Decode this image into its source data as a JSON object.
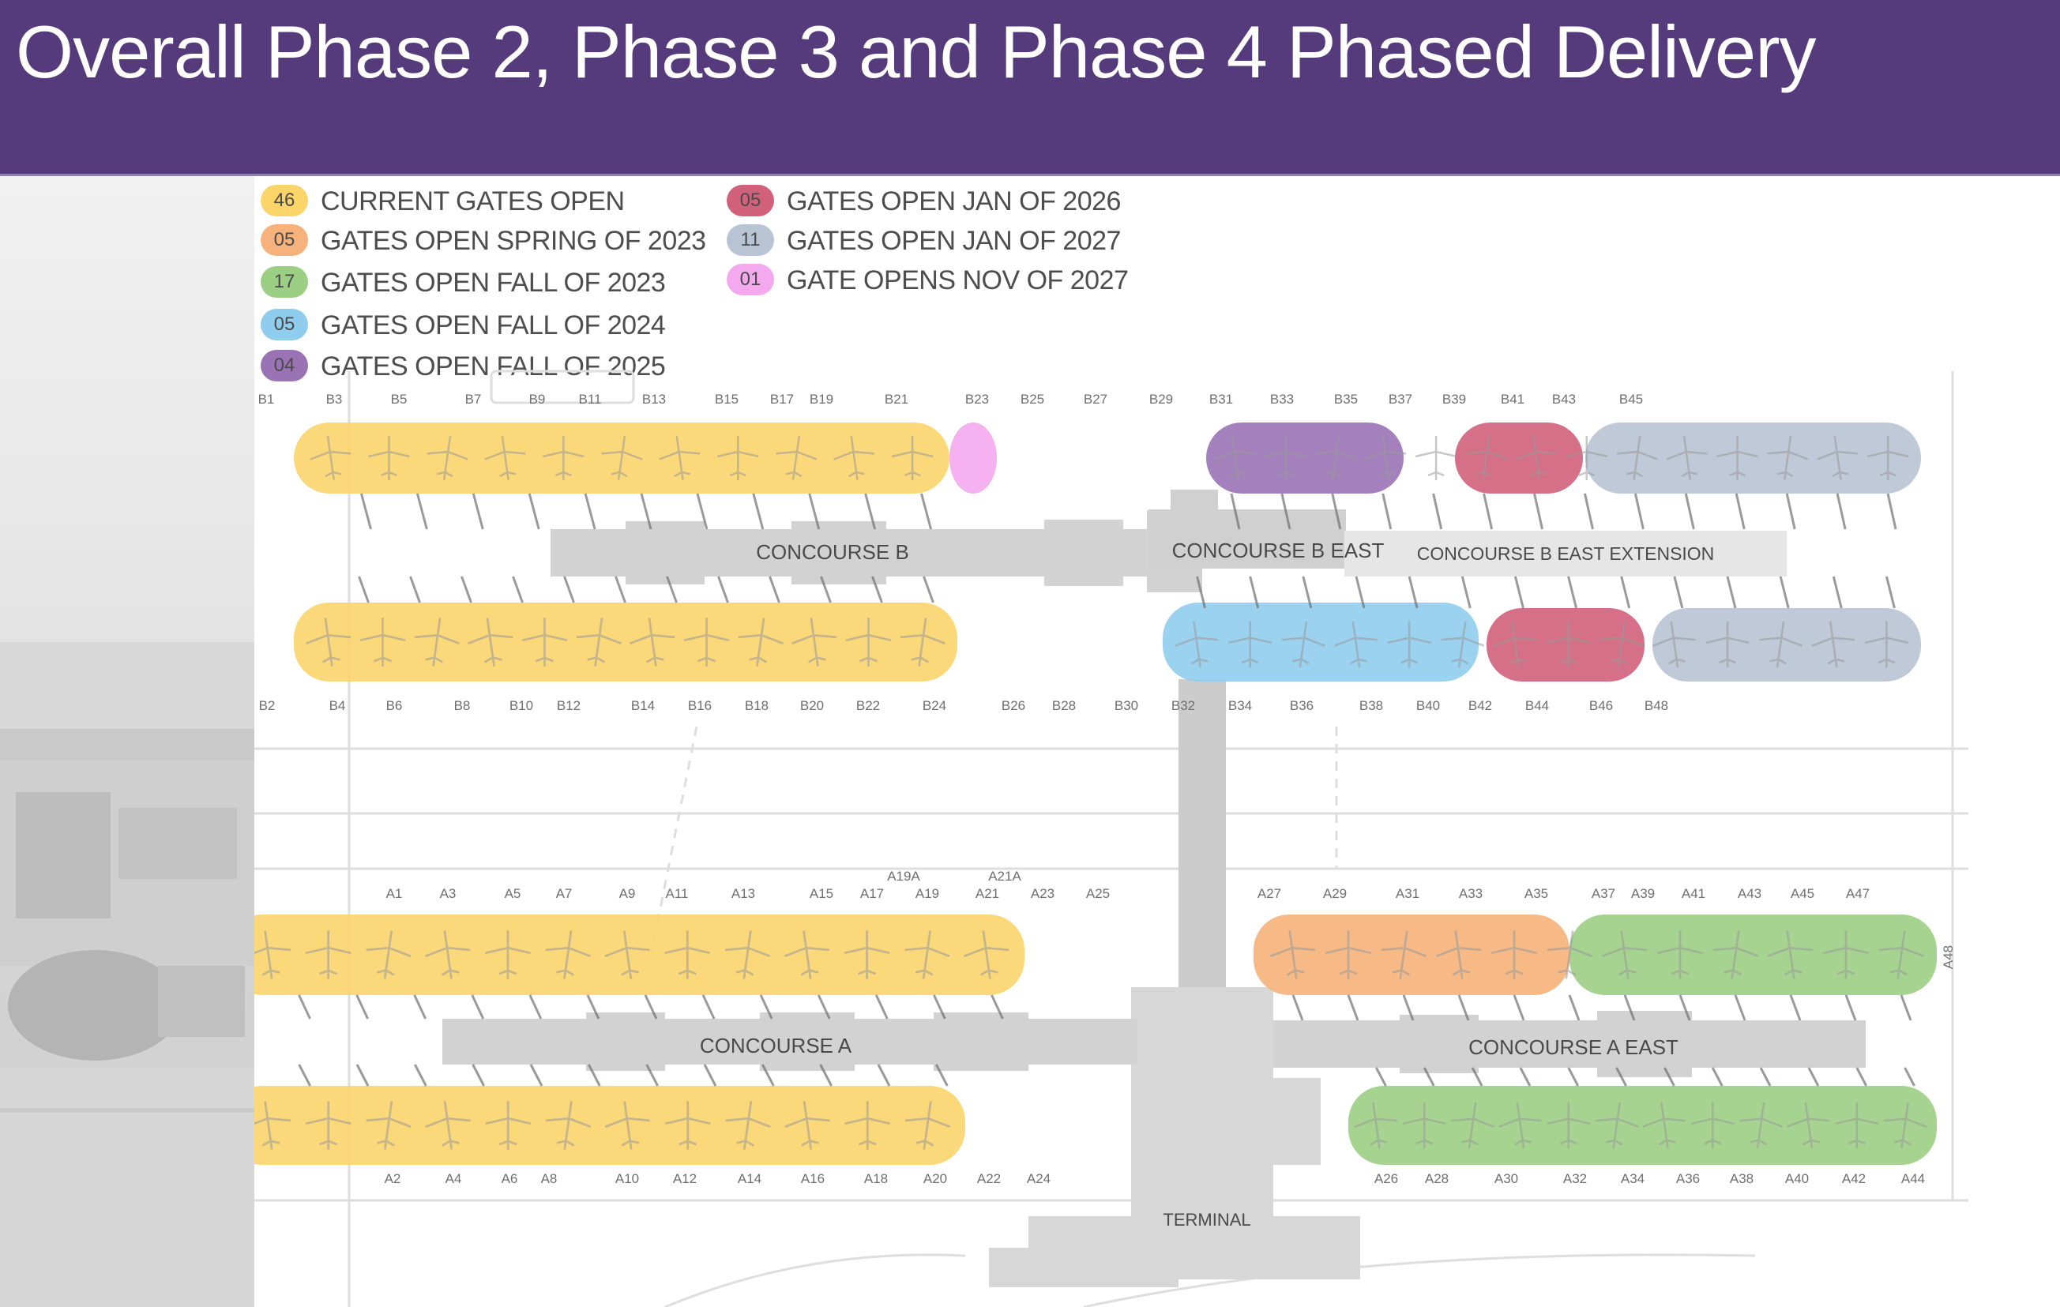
{
  "title": "Overall Phase 2, Phase 3 and Phase 4 Phased Delivery",
  "legend": [
    {
      "count": "46",
      "text": "CURRENT GATES OPEN",
      "color": "#fbd46a"
    },
    {
      "count": "05",
      "text": "GATES OPEN SPRING OF 2023",
      "color": "#f6b27a"
    },
    {
      "count": "17",
      "text": "GATES OPEN FALL OF 2023",
      "color": "#9ccf84"
    },
    {
      "count": "05",
      "text": "GATES OPEN FALL OF 2024",
      "color": "#8fcdee"
    },
    {
      "count": "04",
      "text": "GATES OPEN FALL OF 2025",
      "color": "#9a73b5"
    },
    {
      "count": "05",
      "text": "GATES OPEN JAN OF 2026",
      "color": "#d1617b"
    },
    {
      "count": "11",
      "text": "GATES OPEN JAN OF 2027",
      "color": "#b8c3d3"
    },
    {
      "count": "01",
      "text": "GATE OPENS NOV OF 2027",
      "color": "#f4a9ee"
    }
  ],
  "concourses": {
    "b": "CONCOURSE B",
    "b_east": "CONCOURSE B EAST",
    "b_east_ext": "CONCOURSE B EAST EXTENSION",
    "a": "CONCOURSE A",
    "a_east": "CONCOURSE A EAST",
    "terminal": "TERMINAL",
    "a48": "A48"
  },
  "gates": {
    "b_top": [
      "B1",
      "B3",
      "B5",
      "B7",
      "B9",
      "B11",
      "B13",
      "B15",
      "B17",
      "B19",
      "B21",
      "B23",
      "B25",
      "B27",
      "B29",
      "B31",
      "B33",
      "B35",
      "B37",
      "B39",
      "B41",
      "B43",
      "B45"
    ],
    "b_bottom": [
      "B2",
      "B4",
      "B6",
      "B8",
      "B10",
      "B12",
      "B14",
      "B16",
      "B18",
      "B20",
      "B22",
      "B24",
      "B26",
      "B28",
      "B30",
      "B32",
      "B34",
      "B36",
      "B38",
      "B40",
      "B42",
      "B44",
      "B46",
      "B48"
    ],
    "a_top": [
      "A1",
      "A3",
      "A5",
      "A7",
      "A9",
      "A11",
      "A13",
      "A15",
      "A17",
      "A19",
      "A21",
      "A23",
      "A25",
      "A27",
      "A29",
      "A31",
      "A33",
      "A35",
      "A37",
      "A39",
      "A41",
      "A43",
      "A45",
      "A47"
    ],
    "a_top_upper": [
      "A19A",
      "A21A"
    ],
    "a_bottom": [
      "A2",
      "A4",
      "A6",
      "A8",
      "A10",
      "A12",
      "A14",
      "A16",
      "A18",
      "A20",
      "A22",
      "A24",
      "A26",
      "A28",
      "A30",
      "A32",
      "A34",
      "A36",
      "A38",
      "A40",
      "A42",
      "A44"
    ]
  }
}
